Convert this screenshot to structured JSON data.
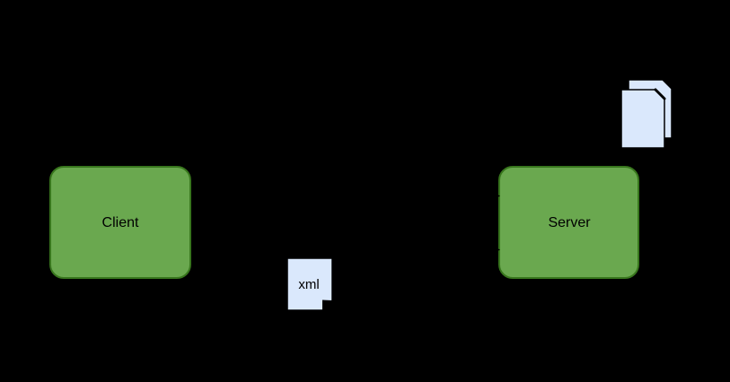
{
  "diagram": {
    "nodes": {
      "client": {
        "label": "Client",
        "shape": "rounded-rectangle"
      },
      "server": {
        "label": "Server",
        "shape": "rounded-rectangle"
      },
      "xml_document": {
        "label": "xml",
        "shape": "document-with-folded-corner"
      }
    },
    "icons": {
      "documents_stack": "documents-stack-icon",
      "xml_document": "xml-document-icon",
      "arrowheads": "arrowhead-icon"
    },
    "colors": {
      "background": "#000000",
      "node_fill": "#6aa84f",
      "node_stroke": "#38761d",
      "document_fill": "#dae8fc",
      "document_stroke": "#000000",
      "label_text": "#000000"
    }
  }
}
